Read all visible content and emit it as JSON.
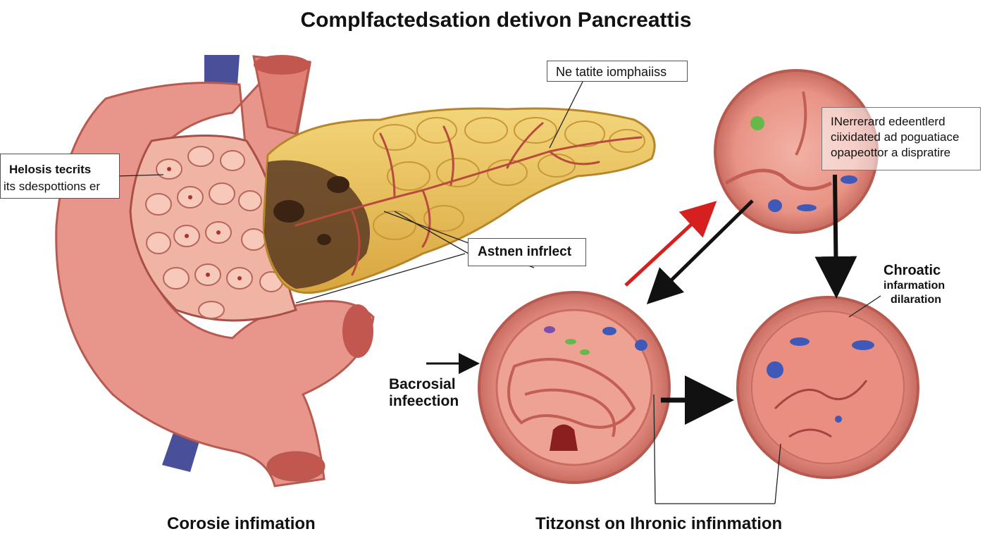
{
  "title": "Complfactedsation detivon Pancreattis",
  "labels": {
    "left_box": {
      "line1": "Helosis tecrits",
      "line2": "its sdespottions er"
    },
    "top_box": "Ne tatite iomphaiiss",
    "mid_box": "Astnen infrlect",
    "right_box": {
      "line1": "INerrerard edeentlerd",
      "line2": "ciixidated ad poguatiace",
      "line3": "opapeottor a dispratire"
    },
    "bacterial": {
      "line1": "Bacrosial",
      "line2": "infeection"
    },
    "chronic": {
      "line1": "Chroatic",
      "line2": "infarmation",
      "line3": "dilaration"
    },
    "caption_left": "Corosie infimation",
    "caption_right": "Titzonst on Ihronic infinmation"
  },
  "colors": {
    "tissue": "#e8968c",
    "tissue_dark": "#c2574f",
    "pancreas": "#ecc45a",
    "necrosis": "#5a3a22",
    "vein": "#4a4f9a",
    "arrow_red": "#d62020",
    "arrow_black": "#111111"
  }
}
